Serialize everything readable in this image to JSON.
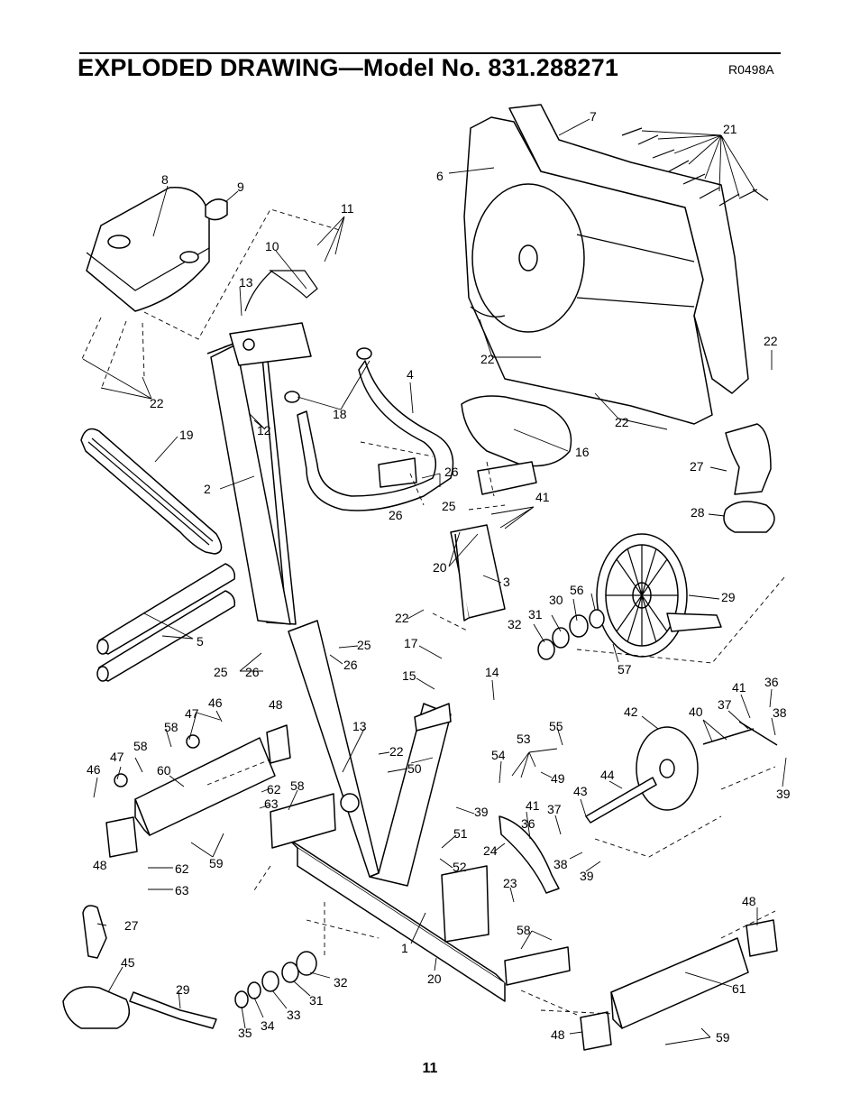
{
  "header": {
    "title": "EXPLODED DRAWING—Model No. 831.288271",
    "drawing_code": "R0498A"
  },
  "footer": {
    "page_number": "11"
  },
  "callouts": {
    "c1": "1",
    "c2": "2",
    "c3": "3",
    "c4": "4",
    "c5": "5",
    "c6": "6",
    "c7": "7",
    "c8": "8",
    "c9": "9",
    "c10": "10",
    "c11": "11",
    "c12": "12",
    "c13a": "13",
    "c13b": "13",
    "c14": "14",
    "c15": "15",
    "c16": "16",
    "c17": "17",
    "c18": "18",
    "c19": "19",
    "c20a": "20",
    "c20b": "20",
    "c21": "21",
    "c22a": "22",
    "c22b": "22",
    "c22c": "22",
    "c22d": "22",
    "c22e": "22",
    "c22f": "22",
    "c23": "23",
    "c24": "24",
    "c25a": "25",
    "c25b": "25",
    "c25c": "25",
    "c26a": "26",
    "c26b": "26",
    "c26c": "26",
    "c26d": "26",
    "c27a": "27",
    "c27b": "27",
    "c28": "28",
    "c29a": "29",
    "c29b": "29",
    "c30": "30",
    "c31a": "31",
    "c31b": "31",
    "c32a": "32",
    "c32b": "32",
    "c33": "33",
    "c34": "34",
    "c35": "35",
    "c36a": "36",
    "c36b": "36",
    "c37a": "37",
    "c37b": "37",
    "c38a": "38",
    "c38b": "38",
    "c39a": "39",
    "c39b": "39",
    "c39c": "39",
    "c40": "40",
    "c41a": "41",
    "c41b": "41",
    "c41c": "41",
    "c42": "42",
    "c43": "43",
    "c44": "44",
    "c45": "45",
    "c46a": "46",
    "c46b": "46",
    "c47a": "47",
    "c47b": "47",
    "c48a": "48",
    "c48b": "48",
    "c48c": "48",
    "c48d": "48",
    "c49": "49",
    "c50": "50",
    "c51": "51",
    "c52": "52",
    "c53": "53",
    "c54": "54",
    "c55": "55",
    "c56": "56",
    "c57": "57",
    "c58a": "58",
    "c58b": "58",
    "c58c": "58",
    "c58d": "58",
    "c59a": "59",
    "c59b": "59",
    "c60": "60",
    "c61": "61",
    "c62a": "62",
    "c62b": "62",
    "c63a": "63",
    "c63b": "63"
  }
}
